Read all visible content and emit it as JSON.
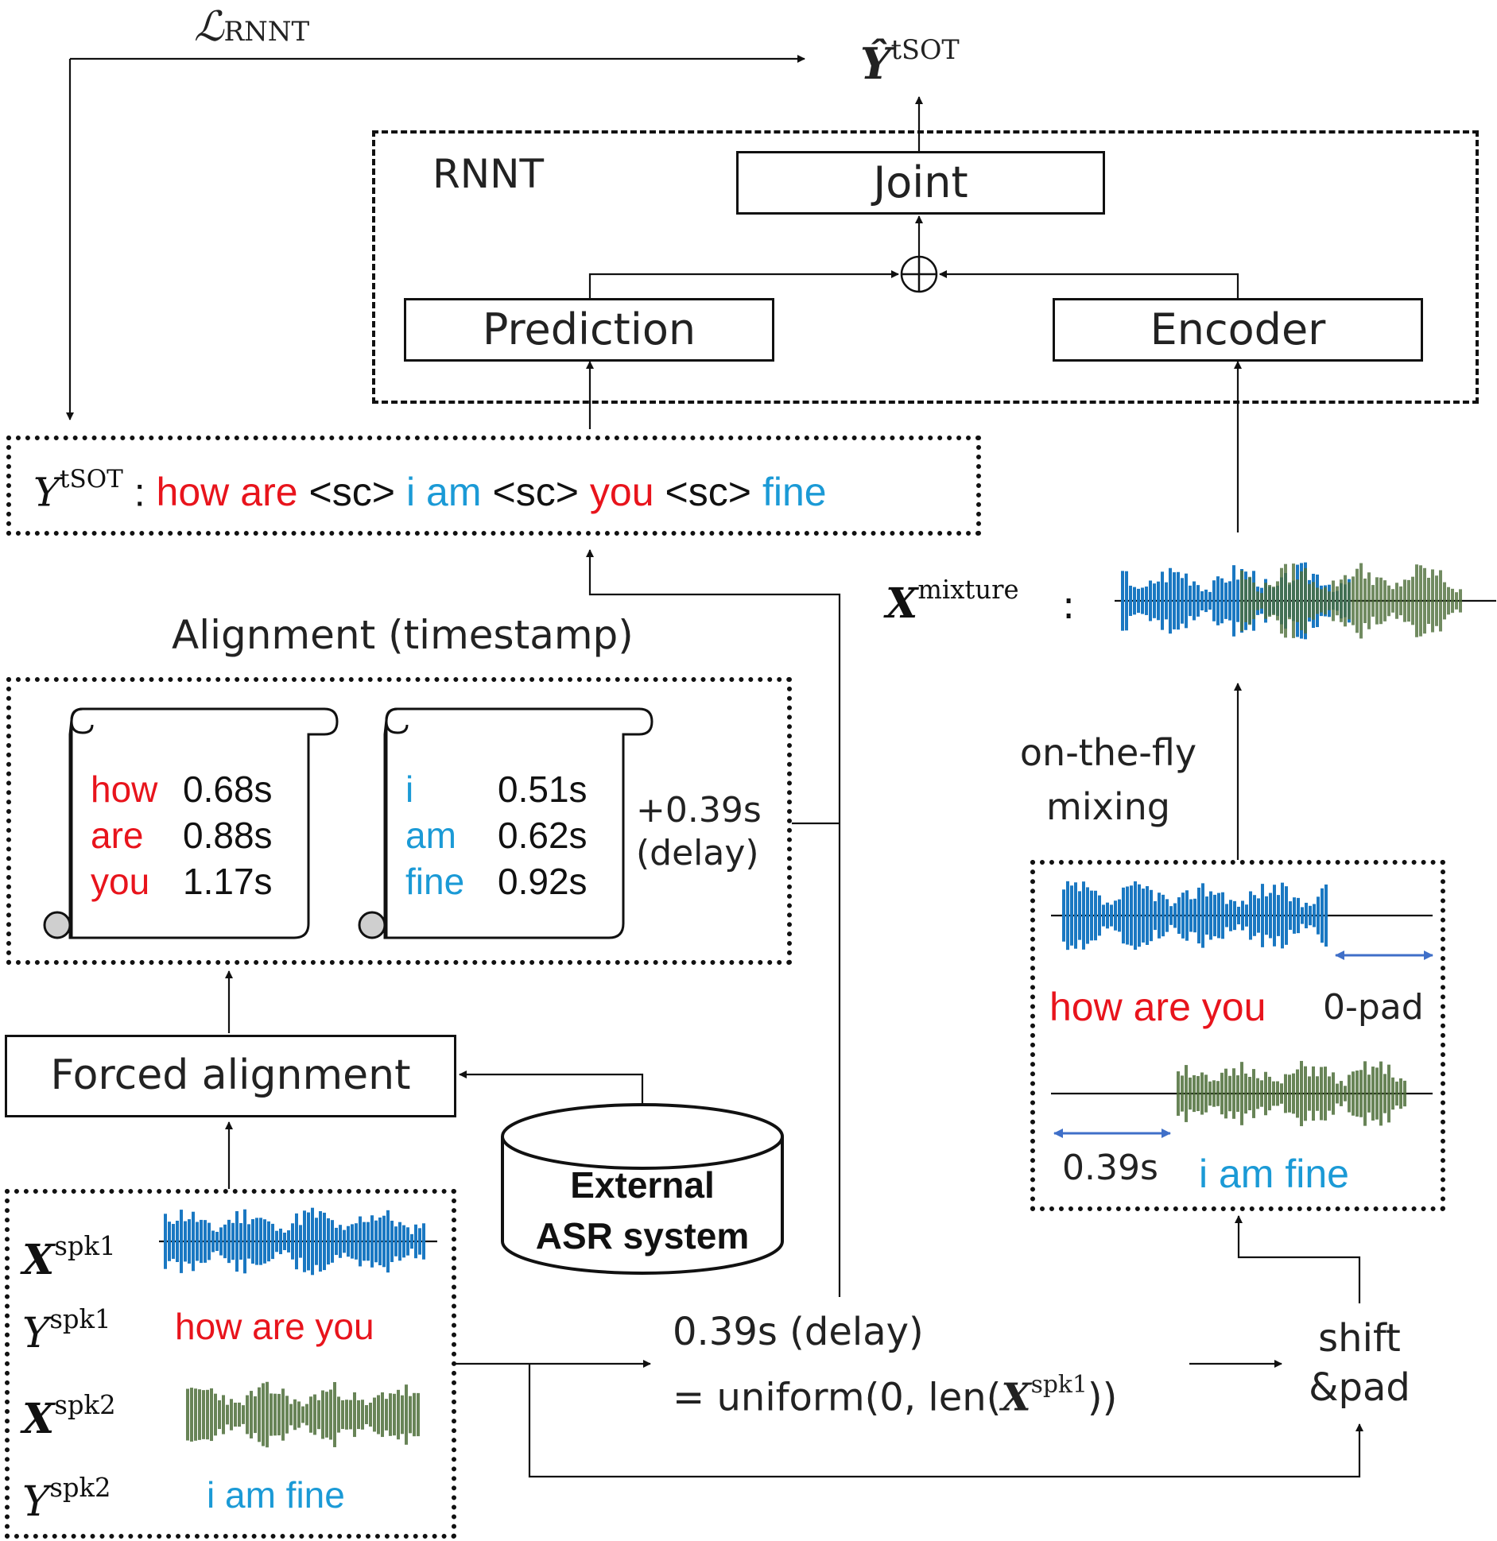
{
  "loss": {
    "symbol": "ℒ",
    "sub": "RNNT"
  },
  "output": {
    "symbol": "Ŷ",
    "sup": "tSOT"
  },
  "rnnt": {
    "label": "RNNT",
    "joint": "Joint",
    "prediction": "Prediction",
    "encoder": "Encoder",
    "combine_symbol": "⊕"
  },
  "tsot": {
    "symbol": "Y",
    "sup": "tSOT",
    "colon": ":",
    "tokens": [
      {
        "text": "how",
        "color": "red"
      },
      {
        "text": "are",
        "color": "red"
      },
      {
        "text": "<sc>",
        "color": "black"
      },
      {
        "text": "i",
        "color": "blue"
      },
      {
        "text": "am",
        "color": "blue"
      },
      {
        "text": "<sc>",
        "color": "black"
      },
      {
        "text": "you",
        "color": "red"
      },
      {
        "text": "<sc>",
        "color": "black"
      },
      {
        "text": "fine",
        "color": "blue"
      }
    ]
  },
  "alignment": {
    "title": "Alignment (timestamp)",
    "spk1": [
      {
        "word": "how",
        "time": "0.68s"
      },
      {
        "word": "are",
        "time": "0.88s"
      },
      {
        "word": "you",
        "time": "1.17s"
      }
    ],
    "spk2": [
      {
        "word": "i",
        "time": "0.51s"
      },
      {
        "word": "am",
        "time": "0.62s"
      },
      {
        "word": "fine",
        "time": "0.92s"
      }
    ],
    "delay_value": "+0.39s",
    "delay_label": "(delay)"
  },
  "forced_alignment": "Forced alignment",
  "external_asr": {
    "line1": "External",
    "line2": "ASR system"
  },
  "sources": {
    "x1_symbol": "X",
    "x1_sup": "spk1",
    "y1_symbol": "Y",
    "y1_sup": "spk1",
    "y1_text": "how are you",
    "x2_symbol": "X",
    "x2_sup": "spk2",
    "y2_symbol": "Y",
    "y2_sup": "spk2",
    "y2_text": "i am fine"
  },
  "delay_formula": {
    "line1": "0.39s (delay)",
    "line2_prefix": "= uniform(0, len(",
    "line2_symbol": "X",
    "line2_sup": "spk1",
    "line2_suffix": "))"
  },
  "shift_pad": {
    "line1": "shift",
    "line2": "&pad"
  },
  "mixing": {
    "line1": "on-the-fly",
    "line2": "mixing"
  },
  "mixture": {
    "symbol": "X",
    "sup": "mixture",
    "colon": ":"
  },
  "padded": {
    "spk1_text": "how are you",
    "pad_label": "0-pad",
    "shift_label": "0.39s",
    "spk2_text": "i am fine"
  },
  "colors": {
    "red": "#e8141c",
    "blue": "#1b9ad6",
    "wave_spk1": "#1a78c2",
    "wave_spk2": "#4e6e3a",
    "arrow_blue": "#3f6fc8",
    "line": "#111111"
  }
}
